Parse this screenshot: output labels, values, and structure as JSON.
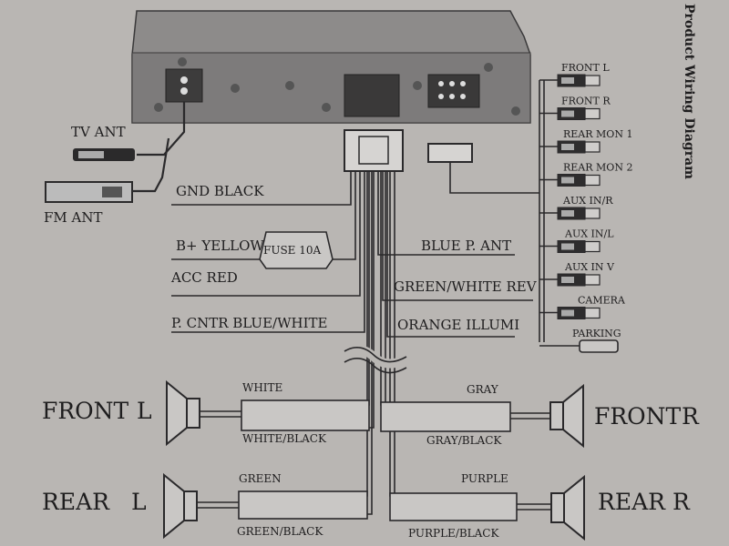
{
  "title": "Product Wiring Diagram",
  "antenna": {
    "tv": "TV ANT",
    "fm": "FM ANT"
  },
  "left_wires": {
    "gnd": "GND BLACK",
    "b_plus": "B+ YELLOW",
    "fuse": "FUSE 10A",
    "acc": "ACC RED",
    "pcntr": "P. CNTR BLUE/WHITE"
  },
  "right_wires": {
    "blue": "BLUE P. ANT",
    "green_white": "GREEN/WHITE REV",
    "orange": "ORANGE ILLUMI"
  },
  "rca": [
    "FRONT L",
    "FRONT R",
    "REAR MON 1",
    "REAR MON 2",
    "AUX IN/R",
    "AUX IN/L",
    "AUX IN V",
    "CAMERA",
    "PARKING"
  ],
  "speakers": {
    "front_l": {
      "name": "FRONT",
      "side": "L",
      "pos": "WHITE",
      "neg": "WHITE/BLACK"
    },
    "front_r": {
      "name": "FRONT",
      "side": "R",
      "pos": "GRAY",
      "neg": "GRAY/BLACK"
    },
    "rear_l": {
      "name": "REAR",
      "side": "L",
      "pos": "GREEN",
      "neg": "GREEN/BLACK"
    },
    "rear_r": {
      "name": "REAR",
      "side": "R",
      "pos": "PURPLE",
      "neg": "PURPLE/BLACK"
    }
  }
}
